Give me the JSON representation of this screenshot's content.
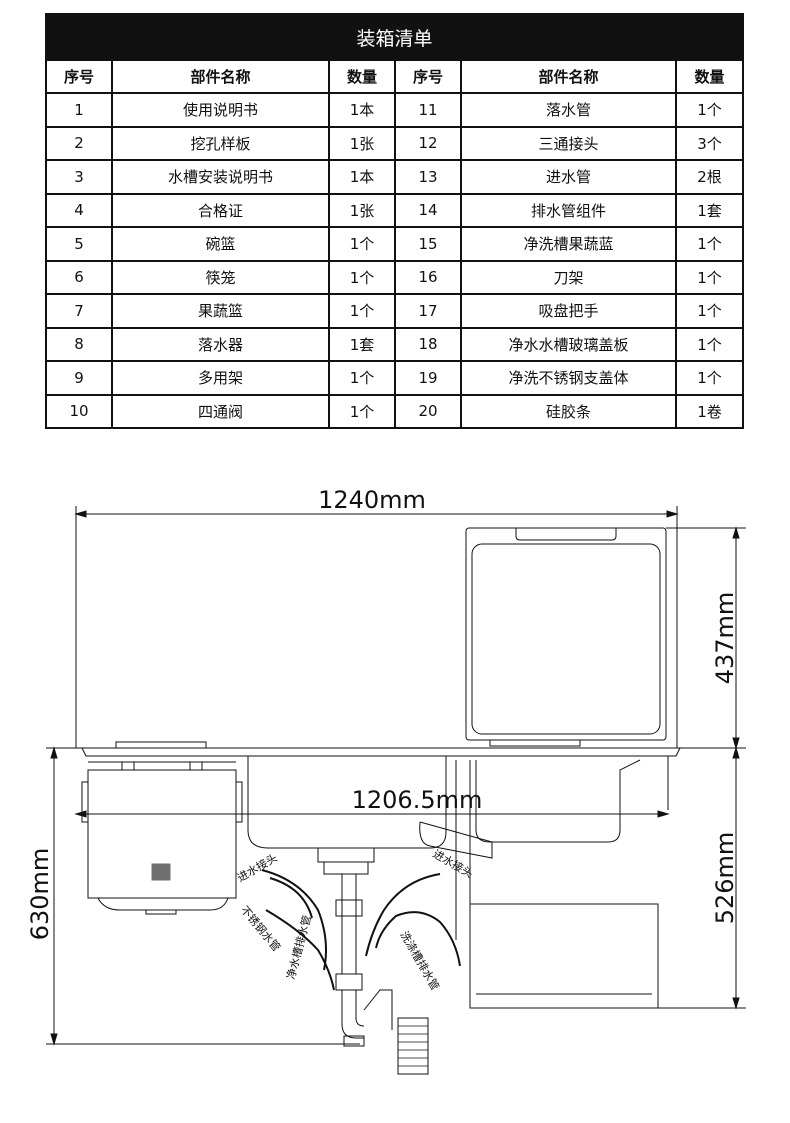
{
  "table": {
    "title": "装箱清单",
    "headers": [
      "序号",
      "部件名称",
      "数量",
      "序号",
      "部件名称",
      "数量"
    ],
    "rows": [
      [
        "1",
        "使用说明书",
        "1本",
        "11",
        "落水管",
        "1个"
      ],
      [
        "2",
        "挖孔样板",
        "1张",
        "12",
        "三通接头",
        "3个"
      ],
      [
        "3",
        "水槽安装说明书",
        "1本",
        "13",
        "进水管",
        "2根"
      ],
      [
        "4",
        "合格证",
        "1张",
        "14",
        "排水管组件",
        "1套"
      ],
      [
        "5",
        "碗篮",
        "1个",
        "15",
        "净洗槽果蔬蓝",
        "1个"
      ],
      [
        "6",
        "筷笼",
        "1个",
        "16",
        "刀架",
        "1个"
      ],
      [
        "7",
        "果蔬篮",
        "1个",
        "17",
        "吸盘把手",
        "1个"
      ],
      [
        "8",
        "落水器",
        "1套",
        "18",
        "净水水槽玻璃盖板",
        "1个"
      ],
      [
        "9",
        "多用架",
        "1个",
        "19",
        "净洗不锈钢支盖体",
        "1个"
      ],
      [
        "10",
        "四通阀",
        "1个",
        "20",
        "硅胶条",
        "1卷"
      ]
    ]
  },
  "drawing": {
    "dim_width": "1240mm",
    "dim_inner": "1206.5mm",
    "dim_height_top": "437mm",
    "dim_height_left": "630mm",
    "dim_height_right": "526mm",
    "labels": {
      "inlet_left": "进水接头",
      "inlet_right": "进水接头",
      "stopper": "不锈钢水管",
      "drain_clean": "净水槽排水管",
      "drain_wash": "洗涤槽排水管"
    }
  }
}
